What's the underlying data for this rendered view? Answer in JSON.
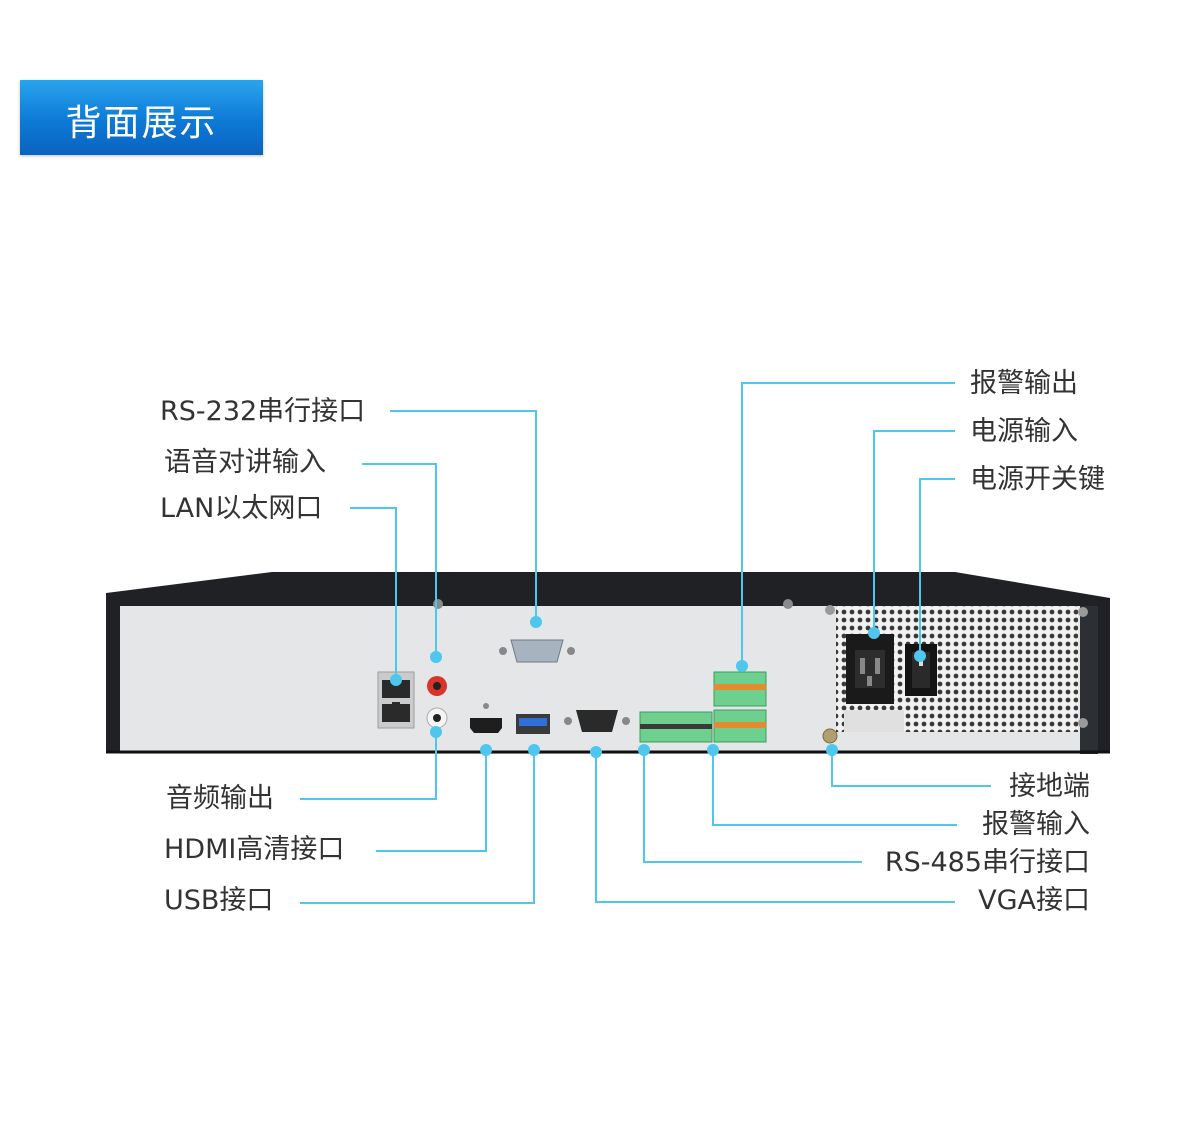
{
  "banner": {
    "title": "背面展示"
  },
  "labels": {
    "rs232": "RS-232串行接口",
    "audio_in": "语音对讲输入",
    "lan": "LAN以太网口",
    "audio_out": "音频输出",
    "hdmi": "HDMI高清接口",
    "usb": "USB接口",
    "alarm_out": "报警输出",
    "power_in": "电源输入",
    "power_switch": "电源开关键",
    "ground": "接地端",
    "alarm_in": "报警输入",
    "rs485": "RS-485串行接口",
    "vga": "VGA接口"
  },
  "colors": {
    "leader_line": "#4fc6ee",
    "banner_top": "#2aa4ee",
    "banner_bottom": "#0a63c0",
    "chassis_dark": "#1f2125",
    "panel": "#e4e6e8",
    "terminal_green": "#6fcf8f",
    "audio_red": "#d8342c",
    "usb_blue": "#2f6fd8"
  }
}
